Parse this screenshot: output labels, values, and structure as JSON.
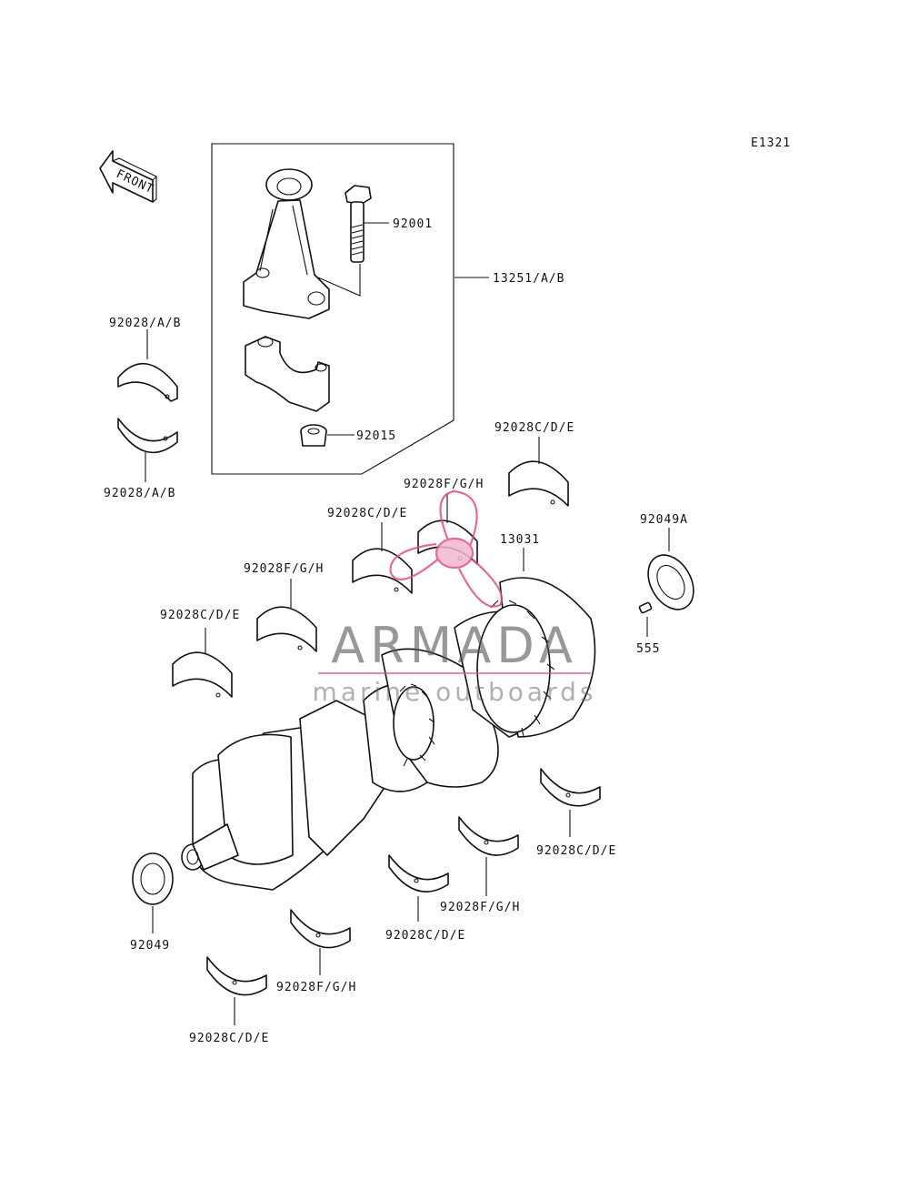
{
  "diagram_code": "E1321",
  "front_arrow": {
    "label": "FRONT",
    "icon": "front-arrow-icon"
  },
  "watermark": {
    "brand": "ARMADA",
    "tagline": "marine outboards",
    "icon": "propeller-logo-icon",
    "color": "#e0508a"
  },
  "callouts": [
    "92001",
    "13251/A/B",
    "92015",
    "92028/A/B",
    "92028/A/B",
    "92028C/D/E",
    "92028F/G/H",
    "92028C/D/E",
    "92028F/G/H",
    "92028C/D/E",
    "13031",
    "92049A",
    "555",
    "92049",
    "92028C/D/E",
    "92028F/G/H",
    "92028C/D/E",
    "92028F/G/H",
    "92028C/D/E"
  ]
}
